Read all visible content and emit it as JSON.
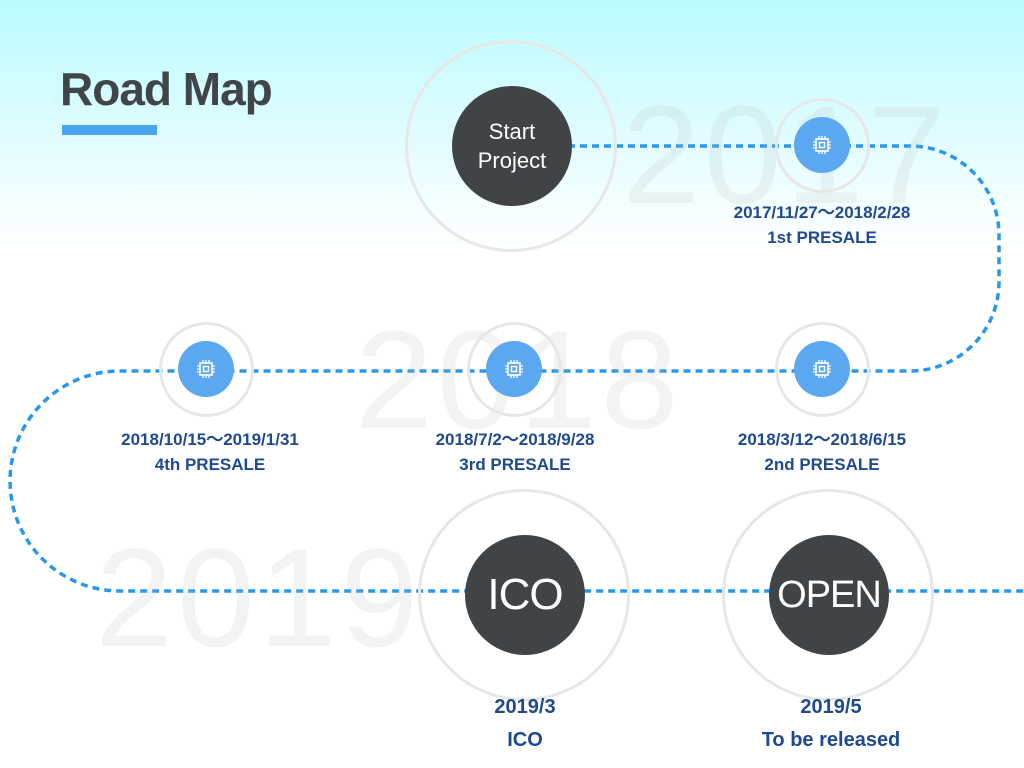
{
  "title": "Road Map",
  "colors": {
    "accent": "#4aa4ee",
    "path": "#2b97ea",
    "dark_node": "#414446",
    "chip_node": "#5ba8f1",
    "caption_text": "#1f4a8f"
  },
  "years": [
    "2017",
    "2018",
    "2019"
  ],
  "start": {
    "label_line1": "Start",
    "label_line2": "Project"
  },
  "presales": [
    {
      "date": "2017/11/27〜2018/2/28",
      "name": "1st PRESALE",
      "icon": "chip-icon"
    },
    {
      "date": "2018/3/12〜2018/6/15",
      "name": "2nd PRESALE",
      "icon": "chip-icon"
    },
    {
      "date": "2018/7/2〜2018/9/28",
      "name": "3rd PRESALE",
      "icon": "chip-icon"
    },
    {
      "date": "2018/10/15〜2019/1/31",
      "name": "4th PRESALE",
      "icon": "chip-icon"
    }
  ],
  "milestones": [
    {
      "label": "ICO",
      "date": "2019/3",
      "caption": "ICO"
    },
    {
      "label": "OPEN",
      "date": "2019/5",
      "caption": "To be released"
    }
  ]
}
